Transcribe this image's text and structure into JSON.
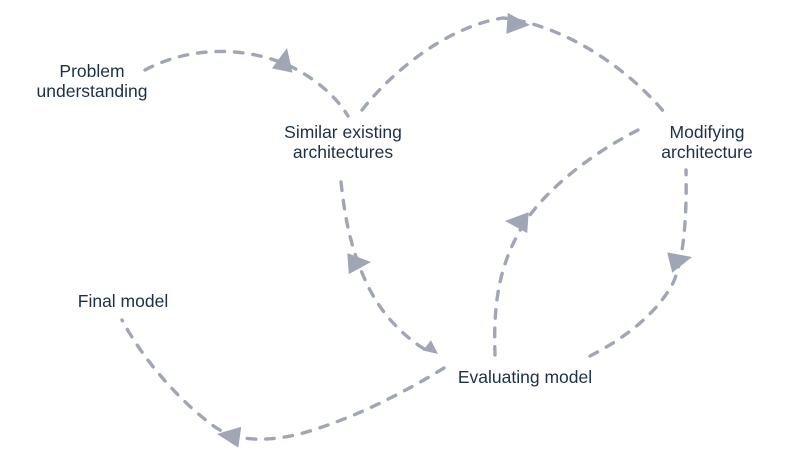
{
  "diagram": {
    "nodes": [
      {
        "id": "problem-understanding",
        "line1": "Problem",
        "line2": "understanding"
      },
      {
        "id": "similar-existing-architectures",
        "line1": "Similar existing",
        "line2": "architectures"
      },
      {
        "id": "modifying-architecture",
        "line1": "Modifying",
        "line2": "architecture"
      },
      {
        "id": "final-model",
        "line1": "Final model",
        "line2": ""
      },
      {
        "id": "evaluating-model",
        "line1": "Evaluating model",
        "line2": ""
      }
    ],
    "edges": [
      {
        "from": "problem-understanding",
        "to": "similar-existing-architectures"
      },
      {
        "from": "similar-existing-architectures",
        "to": "modifying-architecture"
      },
      {
        "from": "similar-existing-architectures",
        "to": "evaluating-model"
      },
      {
        "from": "modifying-architecture",
        "to": "evaluating-model"
      },
      {
        "from": "evaluating-model",
        "to": "modifying-architecture"
      },
      {
        "from": "evaluating-model",
        "to": "final-model"
      }
    ],
    "colors": {
      "text": "#1d3044",
      "line": "#a1a6b6",
      "background": "#ffffff"
    }
  }
}
